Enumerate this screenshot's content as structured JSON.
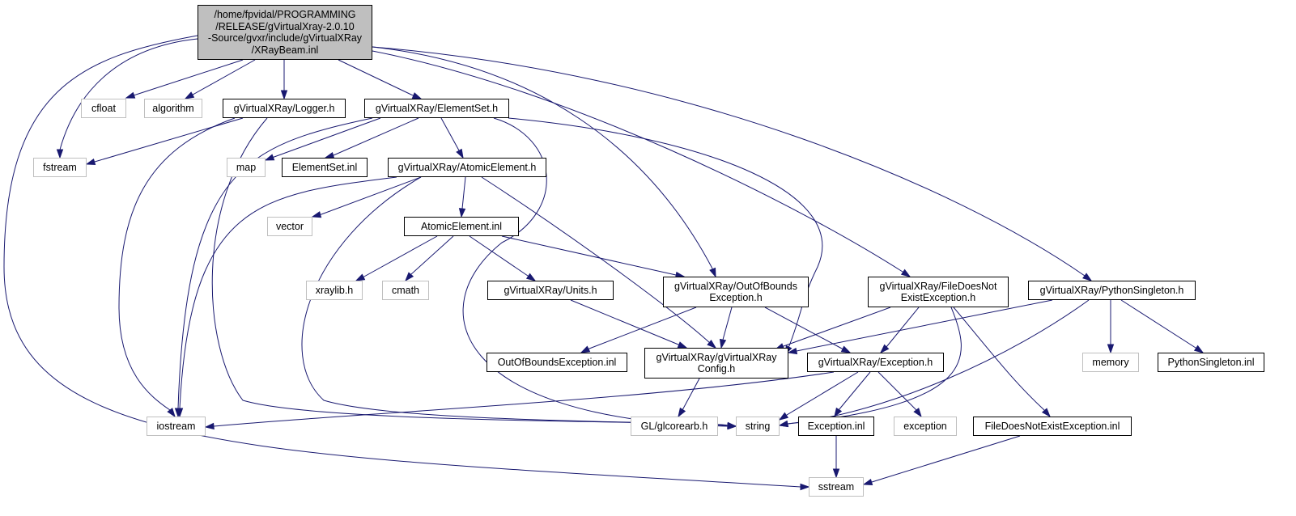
{
  "colors": {
    "edge": "#191970",
    "root_fill": "#bfbfbf",
    "system_border": "#bfbfbf",
    "local_border": "#000000"
  },
  "nodes": {
    "root": "/home/fpvidal/PROGRAMMING\n/RELEASE/gVirtualXray-2.0.10\n-Source/gvxr/include/gVirtualXRay\n/XRayBeam.inl",
    "cfloat": "cfloat",
    "algorithm": "algorithm",
    "logger_h": "gVirtualXRay/Logger.h",
    "elementset_h": "gVirtualXRay/ElementSet.h",
    "fstream": "fstream",
    "map": "map",
    "elementset_inl": "ElementSet.inl",
    "atomicelement_h": "gVirtualXRay/AtomicElement.h",
    "vector": "vector",
    "atomicelement_inl": "AtomicElement.inl",
    "xraylib_h": "xraylib.h",
    "cmath": "cmath",
    "units_h": "gVirtualXRay/Units.h",
    "outofbounds_h": "gVirtualXRay/OutOfBounds\nException.h",
    "filedoesnotexist_h": "gVirtualXRay/FileDoesNot\nExistException.h",
    "pythonsingleton_h": "gVirtualXRay/PythonSingleton.h",
    "outofbounds_inl": "OutOfBoundsException.inl",
    "config_h": "gVirtualXRay/gVirtualXRay\nConfig.h",
    "exception_h": "gVirtualXRay/Exception.h",
    "memory": "memory",
    "pythonsingleton_inl": "PythonSingleton.inl",
    "iostream": "iostream",
    "glcorearb_h": "GL/glcorearb.h",
    "string": "string",
    "exception_inl": "Exception.inl",
    "exception": "exception",
    "filedoesnotexist_inl": "FileDoesNotExistException.inl",
    "sstream": "sstream"
  }
}
